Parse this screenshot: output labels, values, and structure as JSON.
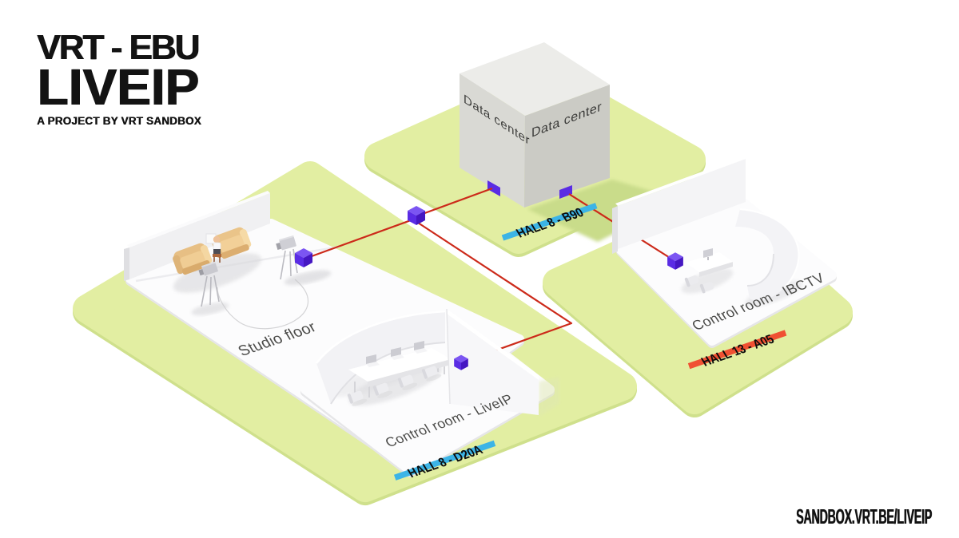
{
  "title": {
    "line1": "VRT - EBU",
    "line2": "LIVEIP",
    "tagline": "A PROJECT BY VRT SANDBOX"
  },
  "footer": {
    "url": "SANDBOX.VRT.BE/LIVEIP"
  },
  "colors": {
    "platform_green": "#e2eea2",
    "platform_edge_green": "#cfe08c",
    "shadow_green": "#c9dc8a",
    "hall_cyan": "#3cb4e6",
    "hall_red": "#f05032",
    "connection_red": "#cc2a1a",
    "node_top": "#7b55f2",
    "node_left": "#5a2ce4",
    "node_right": "#4517c2",
    "cube_top": "#ecece9",
    "cube_left": "#d9d9d4",
    "cube_right": "#cbcbc5",
    "ink": "#141414"
  },
  "data_center": {
    "label_left": "Data center",
    "label_right": "Data center",
    "hall_label": "HALL 8 - B90"
  },
  "studio": {
    "label": "Studio floor"
  },
  "liveip": {
    "label": "Control room - LiveIP",
    "hall_label": "HALL 8 - D20A"
  },
  "ibctv": {
    "label": "Control room - IBCTV",
    "hall_label": "HALL 13 - A05"
  },
  "network": {
    "nodes": [
      "data-center-port-left",
      "data-center-port-right",
      "junction",
      "studio-floor-node",
      "control-room-liveip-node",
      "control-room-ibctv-node"
    ],
    "connections": [
      {
        "from": "studio-floor-node",
        "to": "junction"
      },
      {
        "from": "junction",
        "to": "data-center-port-left"
      },
      {
        "from": "junction",
        "to": "control-room-liveip-node"
      },
      {
        "from": "data-center-port-right",
        "to": "control-room-ibctv-node"
      }
    ]
  }
}
